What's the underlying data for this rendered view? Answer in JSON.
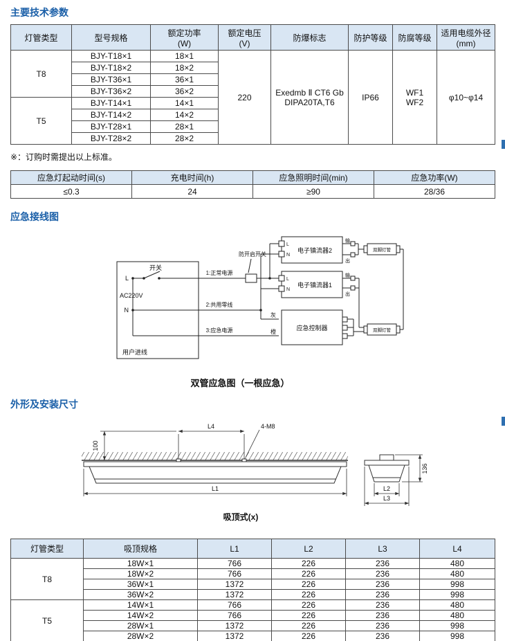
{
  "page": {
    "accent_color": "#1a5fa8",
    "table_header_bg": "#d9e6f3"
  },
  "sections": {
    "specs_title": "主要技术参数",
    "wiring_title": "应急接线图",
    "dimensions_title": "外形及安装尺寸"
  },
  "spec_table": {
    "headers": [
      "灯管类型",
      "型号规格",
      "额定功率\n(W)",
      "额定电压\n(V)",
      "防爆标志",
      "防护等级",
      "防腐等级",
      "适用电缆外径\n(mm)"
    ],
    "t8_label": "T8",
    "t5_label": "T5",
    "t8_rows": [
      [
        "BJY-T18×1",
        "18×1"
      ],
      [
        "BJY-T18×2",
        "18×2"
      ],
      [
        "BJY-T36×1",
        "36×1"
      ],
      [
        "BJY-T36×2",
        "36×2"
      ]
    ],
    "t5_rows": [
      [
        "BJY-T14×1",
        "14×1"
      ],
      [
        "BJY-T14×2",
        "14×2"
      ],
      [
        "BJY-T28×1",
        "28×1"
      ],
      [
        "BJY-T28×2",
        "28×2"
      ]
    ],
    "voltage": "220",
    "ex_mark": "Exedmb Ⅱ CT6 Gb\nDIPA20TA,T6",
    "ip_rating": "IP66",
    "anti_corrosion": "WF1\nWF2",
    "cable_od": "φ10~φ14"
  },
  "note": "※：订购时需提出以上标准。",
  "em_table": {
    "headers": [
      "应急灯起动时间(s)",
      "充电时间(h)",
      "应急照明时间(min)",
      "应急功率(W)"
    ],
    "values": [
      "≤0.3",
      "24",
      "≥90",
      "28/36"
    ]
  },
  "wiring": {
    "switch_label": "开关",
    "supply": "AC220V",
    "line_l": "L",
    "line_n": "N",
    "user_inlet": "用户进线",
    "label_normal": "1:正常电源",
    "anti_open": "防开启开关",
    "label_neutral": "2:共用零线",
    "label_emergency": "3:应急电源",
    "ballast2": "电子镇流器2",
    "ballast1": "电子镇流器1",
    "controller": "应急控制器",
    "tube_label": "双脚灯管",
    "term_l": "L",
    "term_n": "N",
    "out_in": "输",
    "out_out": "出",
    "gray": "灰",
    "orange": "橙",
    "caption": "双管应急图（一根应急）"
  },
  "dim_drawing": {
    "l1": "L1",
    "l2": "L2",
    "l3": "L3",
    "l4": "L4",
    "bolt_spec": "4-M8",
    "dim_100": "100",
    "dim_136": "136",
    "caption": "吸顶式(x)"
  },
  "dim_table": {
    "headers": [
      "灯管类型",
      "吸顶规格",
      "L1",
      "L2",
      "L3",
      "L4"
    ],
    "t8_label": "T8",
    "t5_label": "T5",
    "t8_rows": [
      [
        "18W×1",
        "766",
        "226",
        "236",
        "480"
      ],
      [
        "18W×2",
        "766",
        "226",
        "236",
        "480"
      ],
      [
        "36W×1",
        "1372",
        "226",
        "236",
        "998"
      ],
      [
        "36W×2",
        "1372",
        "226",
        "236",
        "998"
      ]
    ],
    "t5_rows": [
      [
        "14W×1",
        "766",
        "226",
        "236",
        "480"
      ],
      [
        "14W×2",
        "766",
        "226",
        "236",
        "480"
      ],
      [
        "28W×1",
        "1372",
        "226",
        "236",
        "998"
      ],
      [
        "28W×2",
        "1372",
        "226",
        "236",
        "998"
      ]
    ]
  }
}
